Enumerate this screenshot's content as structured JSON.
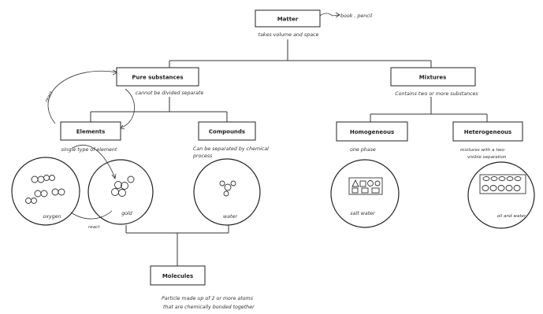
{
  "concept_map": {
    "matter": {
      "label": "Matter",
      "side_note": "book , pencil",
      "description": "takes volume and space"
    },
    "pure_substances": {
      "label": "Pure substances",
      "description": "cannot be divided separate",
      "curve_note": "react"
    },
    "mixtures": {
      "label": "Mixtures",
      "description": "Contains two or more substances"
    },
    "elements": {
      "label": "Elements",
      "description": "single type of element",
      "examples": [
        {
          "name": "oxygen"
        },
        {
          "name": "gold"
        }
      ],
      "relationship_note": "react"
    },
    "compounds": {
      "label": "Compounds",
      "description_line1": "Can be separated by chemical",
      "description_line2": "process",
      "example": "water"
    },
    "homogeneous": {
      "label": "Homogeneous",
      "description": "one phase",
      "example": "salt water"
    },
    "heterogeneous": {
      "label": "Heterogeneous",
      "description_line1": "mixtures with a two-",
      "description_line2": "visible separation",
      "example": "oil and water"
    },
    "molecules": {
      "label": "Molecules",
      "description_line1": "Particle made up of 2 or more atoms",
      "description_line2": "that are chemically bonded together"
    }
  }
}
